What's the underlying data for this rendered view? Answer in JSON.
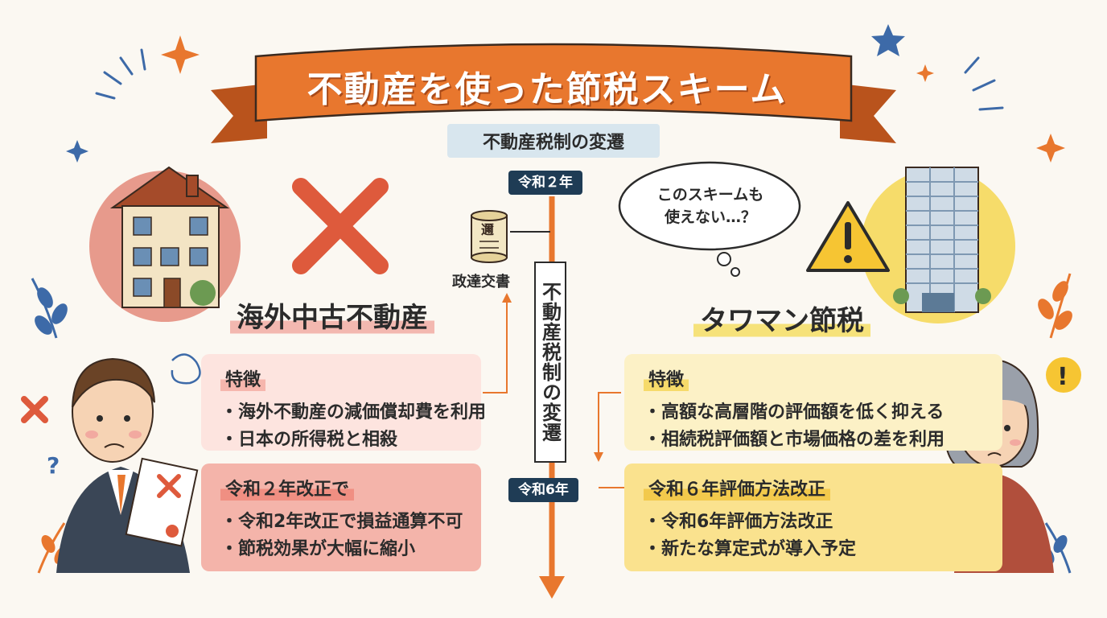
{
  "title": "不動産を使った節税スキーム",
  "subtitle": "不動産税制の変遷",
  "timeline": {
    "start_label": "令和２年",
    "end_label": "令和6年",
    "vertical_label": "不動産税制の変遷",
    "document_label": "政達交書",
    "document_icon_char": "邇"
  },
  "left": {
    "title": "海外中古不動産",
    "features": {
      "heading": "特徴",
      "items": [
        "海外不動産の減価償却費を利用",
        "日本の所得税と相殺"
      ]
    },
    "reform": {
      "heading": "令和２年改正で",
      "items": [
        "令和2年改正で損益通算不可",
        "節税効果が大幅に縮小"
      ]
    }
  },
  "right": {
    "title": "タワマン節税",
    "bubble_line1": "このスキームも",
    "bubble_line2": "使えない…？",
    "features": {
      "heading": "特徴",
      "items": [
        "高額な高層階の評価額を低く抑える",
        "相続税評価額と市場価格の差を利用"
      ]
    },
    "reform": {
      "heading": "令和６年評価方法改正",
      "items": [
        "令和6年評価方法改正",
        "新たな算定式が導入予定"
      ]
    }
  },
  "colors": {
    "banner": "#e8772e",
    "banner_dark": "#b9531c",
    "timeline": "#e8772e",
    "navy": "#1f3c55",
    "red_x": "#de5a3c",
    "pink_panel": "#fde4df",
    "salmon_panel": "#f4b4aa",
    "cream_panel": "#fcf1c6",
    "yellow_panel": "#fae28e",
    "warning_yellow": "#f6c533"
  }
}
